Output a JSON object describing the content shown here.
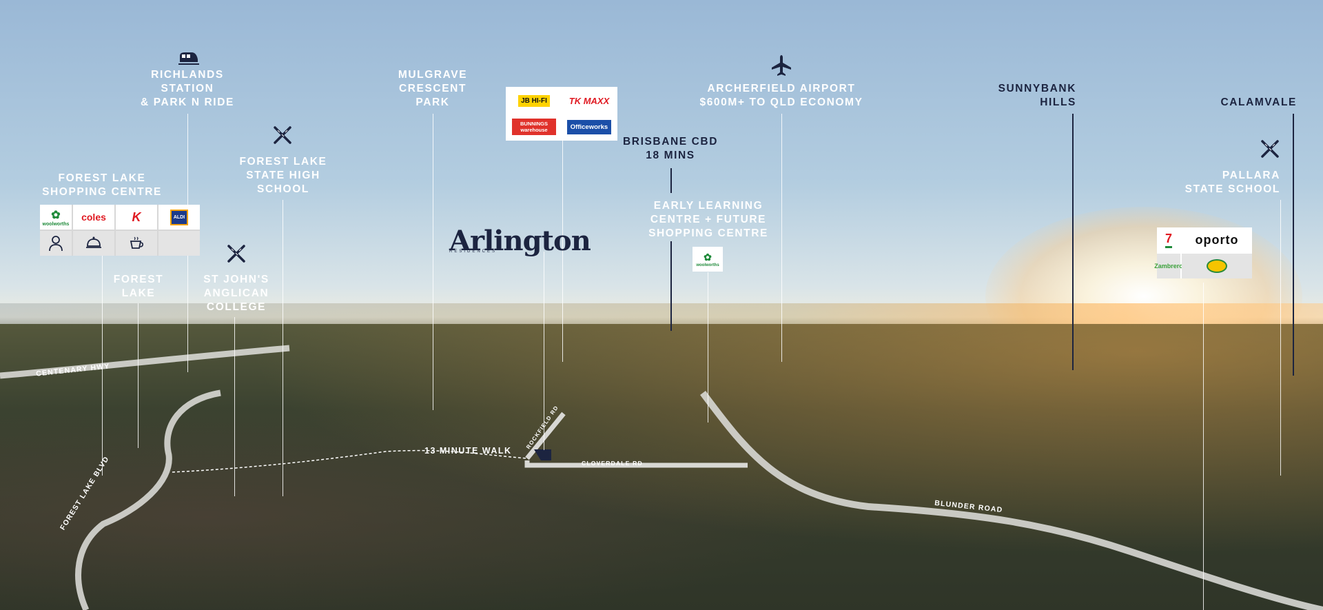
{
  "labels": {
    "richlands": "RICHLANDS\nSTATION\n& PARK N RIDE",
    "mulgrave": "MULGRAVE\nCRESCENT\nPARK",
    "archerfield": "ARCHERFIELD AIRPORT\n$600M+ TO QLD ECONOMY",
    "sunnybank": "SUNNYBANK\nHILLS",
    "calamvale": "CALAMVALE",
    "forest_lake_high": "FOREST LAKE\nSTATE HIGH\nSCHOOL",
    "brisbane_cbd": "BRISBANE CBD\n18 MINS",
    "forest_lake_sc": "FOREST LAKE\nSHOPPING CENTRE",
    "early_learning": "EARLY LEARNING\nCENTRE + FUTURE\nSHOPPING CENTRE",
    "pallara": "PALLARA\nSTATE SCHOOL",
    "forest_lake": "FOREST\nLAKE",
    "st_johns": "ST JOHN'S\nANGLICAN\nCOLLEGE"
  },
  "brand": {
    "name": "Arlington",
    "sub": "RESIDENCES"
  },
  "roads": {
    "centenary": "CENTENARY HWY",
    "forest_lake_blvd": "FOREST LAKE BLVD",
    "rockfield": "ROCKFIELD RD",
    "cloverdale": "CLOVERDALE RD",
    "blunder": "BLUNDER ROAD",
    "walk": "13 MINUTE WALK"
  },
  "logos": {
    "woolworths": "woolworths",
    "coles": "coles",
    "kmart": "K",
    "aldi": "ALDI",
    "jbhifi": "JB HI-FI",
    "tkmaxx": "TK MAXX",
    "bunnings": "BUNNINGS warehouse",
    "officeworks": "Officeworks",
    "seven_eleven": "7",
    "oporto": "oporto",
    "zambrero": "Zambrero"
  },
  "colors": {
    "navy": "#1c2440",
    "road": "#d8d8d4",
    "label": "#ffffff"
  }
}
